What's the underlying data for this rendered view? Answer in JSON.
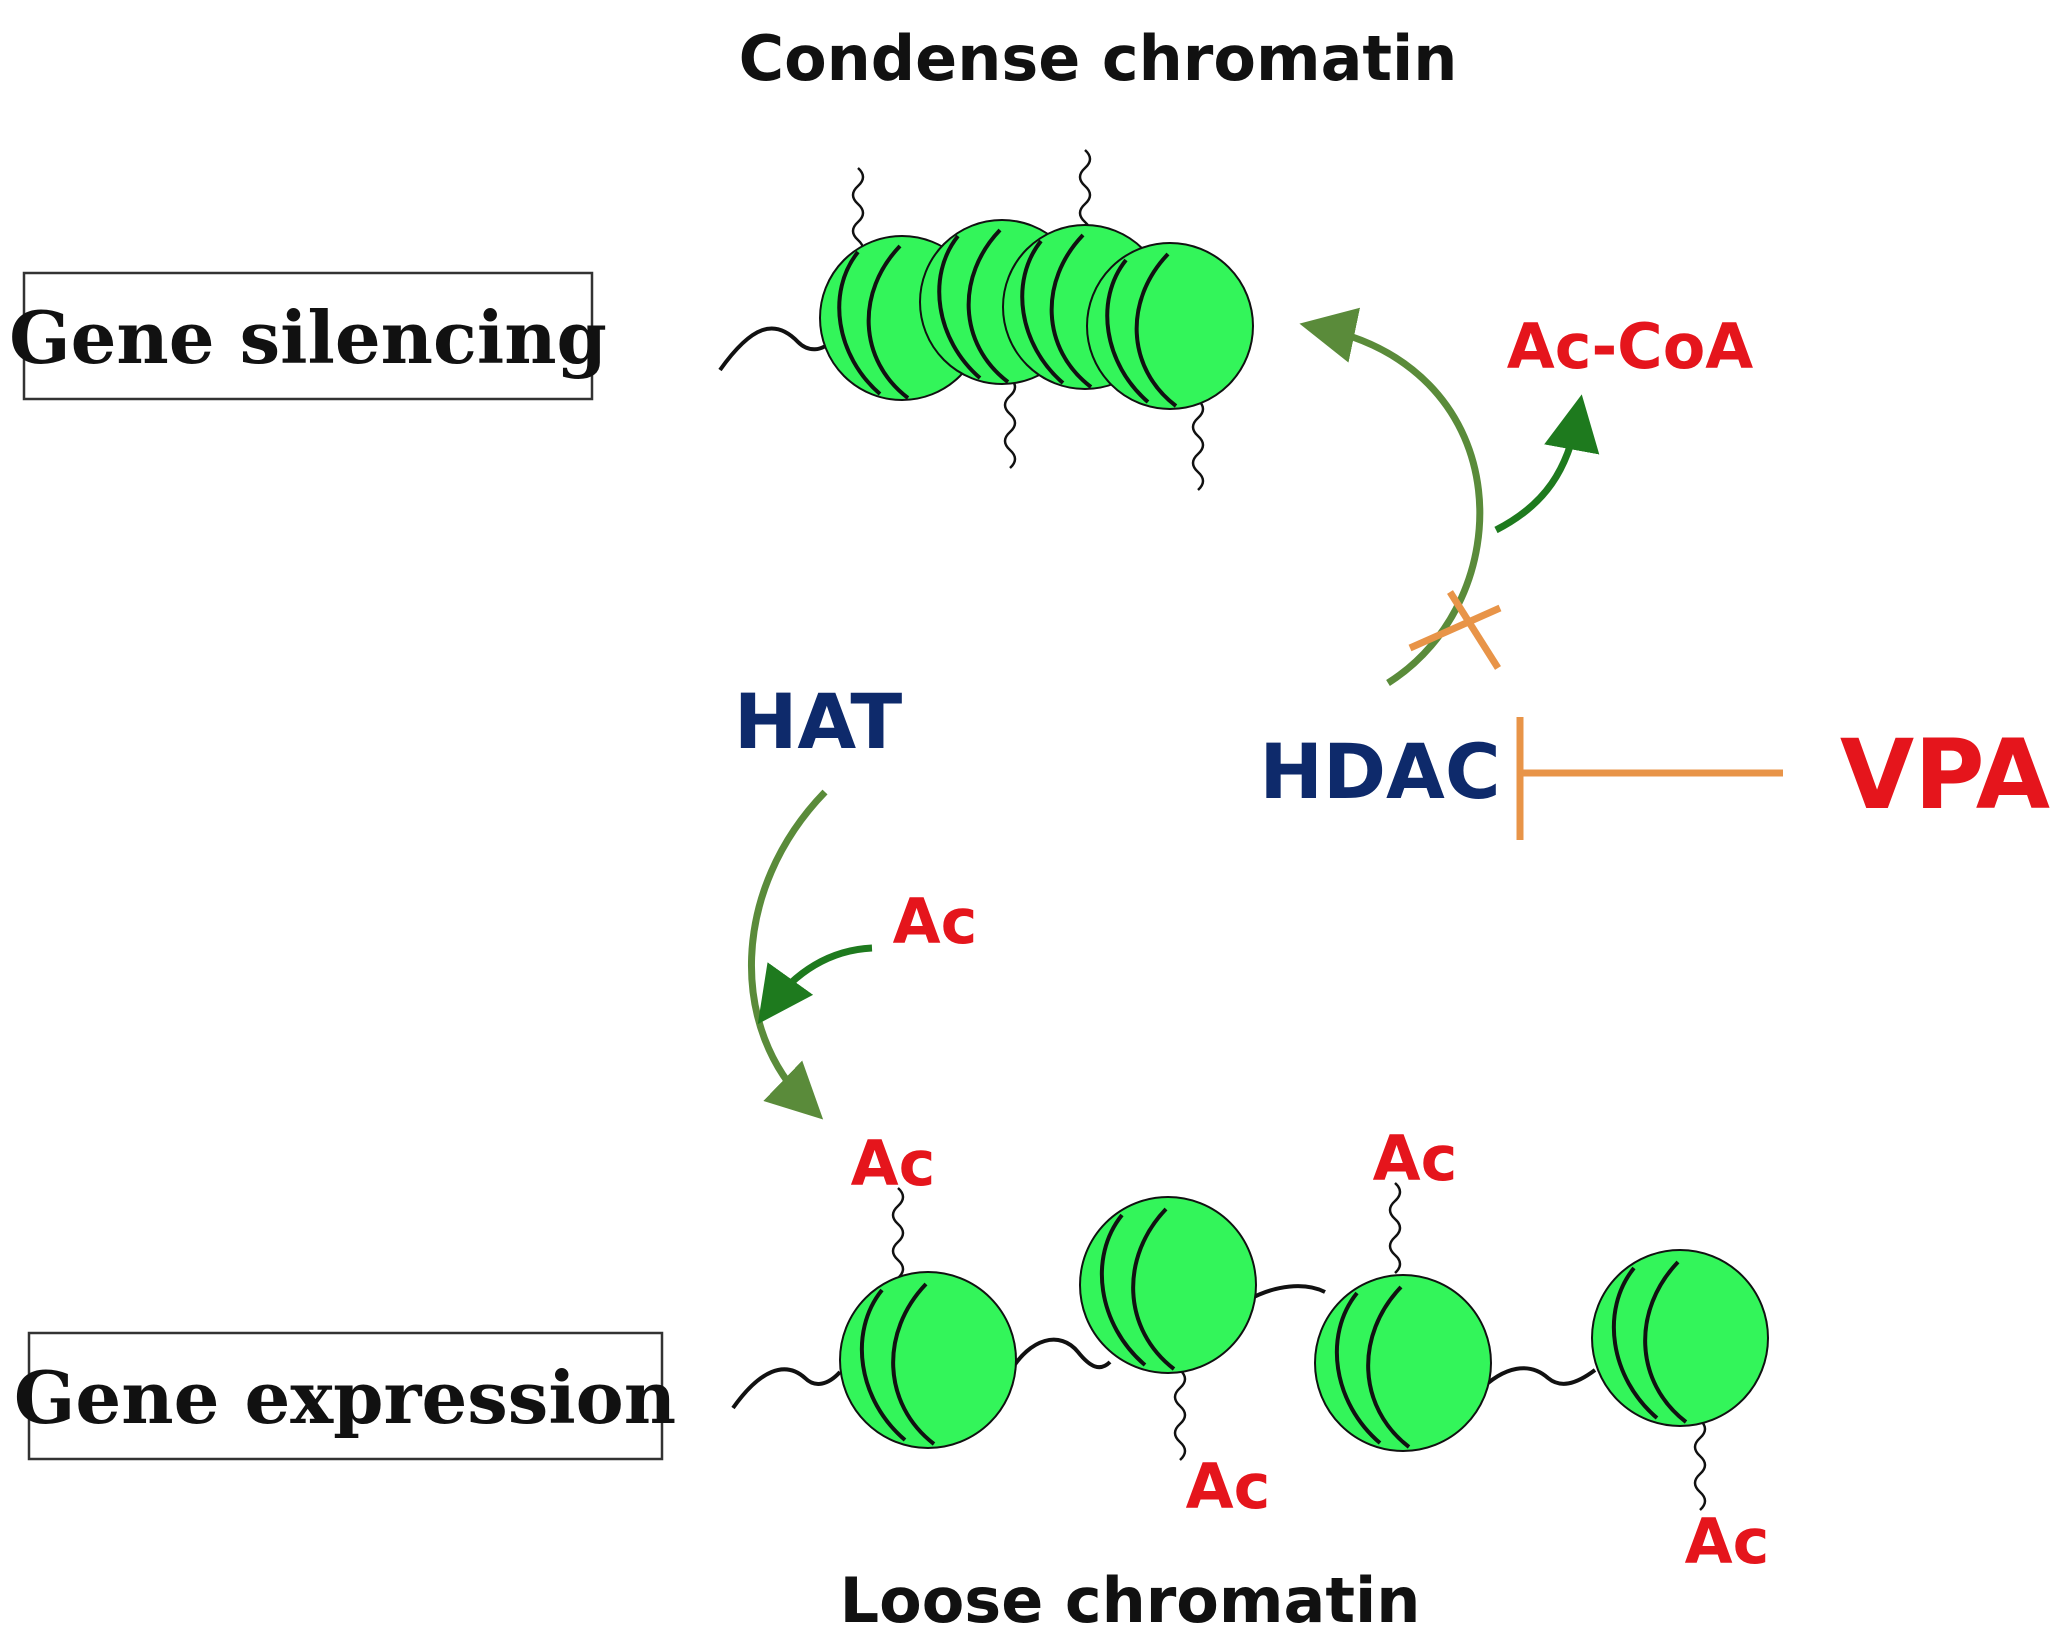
{
  "title_top": "Condense chromatin",
  "title_bottom": "Loose chromatin",
  "box_top": "Gene silencing",
  "box_bottom": "Gene expression",
  "enzymes": {
    "hat": "HAT",
    "hdac": "HDAC",
    "inhibitor": "VPA"
  },
  "acetyl": {
    "donor": "Ac-CoA",
    "group": "Ac"
  },
  "colors": {
    "nucleosome": "#33f55a",
    "arrow_green": "#5a8b3a",
    "arrow_dark_green": "#1e7a1e",
    "inhibition_orange": "#e89448",
    "label_red": "#e5151c",
    "label_navy": "#0e2a6b",
    "outline": "#111111"
  },
  "icons": {
    "nucleosome": "nucleosome-icon",
    "histone_tail": "histone-tail-icon",
    "inhibition": "t-bar-inhibition-icon",
    "blocked": "x-block-icon"
  }
}
